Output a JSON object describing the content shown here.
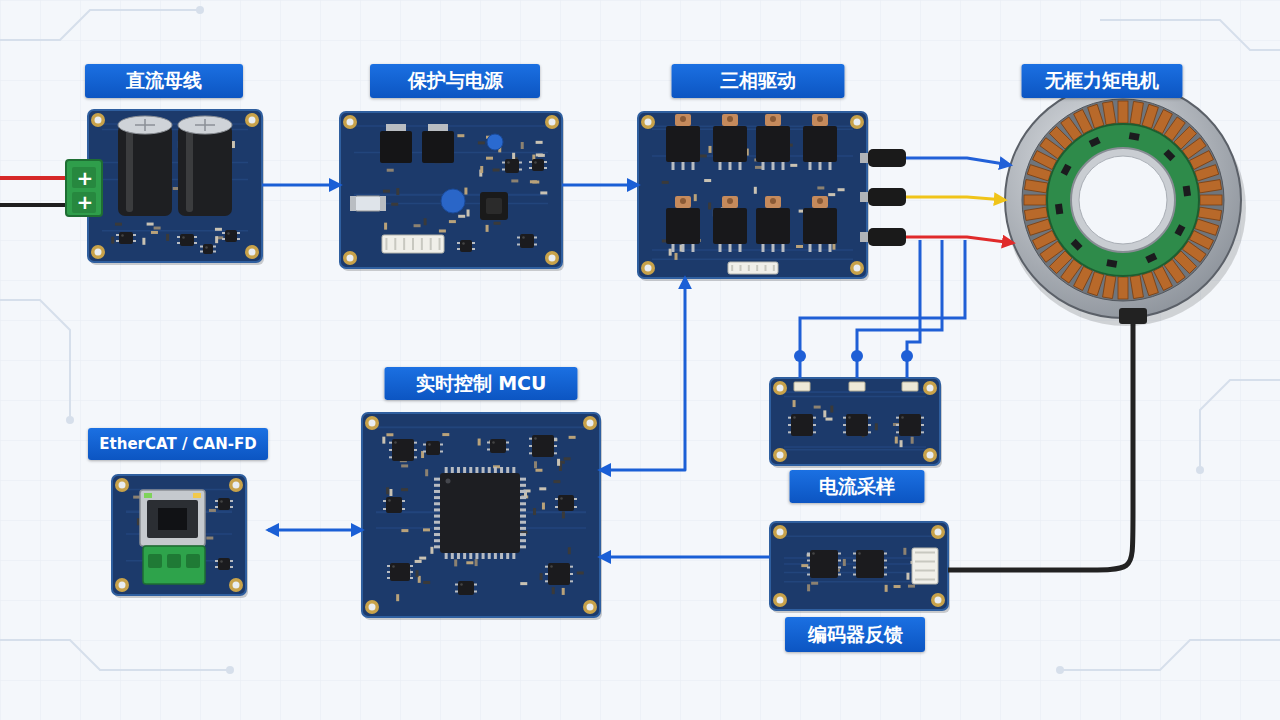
{
  "diagram": {
    "nodes": [
      {
        "text": [
          "直流母线"
        ]
      },
      {
        "text": [
          "保护与电源"
        ]
      },
      {
        "text": [
          "三相驱动"
        ]
      },
      {
        "text": [
          "无框力矩电机"
        ]
      },
      {
        "text": [
          "实时控制 MCU"
        ]
      },
      {
        "text": [
          "EtherCAT / CAN-FD"
        ]
      },
      {
        "text": [
          "电流采样"
        ]
      },
      {
        "text": [
          "编码器反馈"
        ]
      }
    ],
    "edges": [
      {
        "from": 0,
        "to": 1,
        "arrow": "to"
      },
      {
        "from": 1,
        "to": 2,
        "arrow": "to"
      },
      {
        "from": 2,
        "to": 3,
        "arrow": "to"
      },
      {
        "from": 2,
        "to": 3,
        "arrow": "to"
      },
      {
        "from": 2,
        "to": 3,
        "arrow": "to"
      },
      {
        "from": 4,
        "to": 2,
        "arrow": "both"
      },
      {
        "from": 5,
        "to": 4,
        "arrow": "both"
      },
      {
        "from": 7,
        "to": 4,
        "arrow": "to"
      },
      {
        "from": 3,
        "to": 7,
        "arrow": "none"
      }
    ],
    "labels": [
      "+",
      "+"
    ]
  }
}
